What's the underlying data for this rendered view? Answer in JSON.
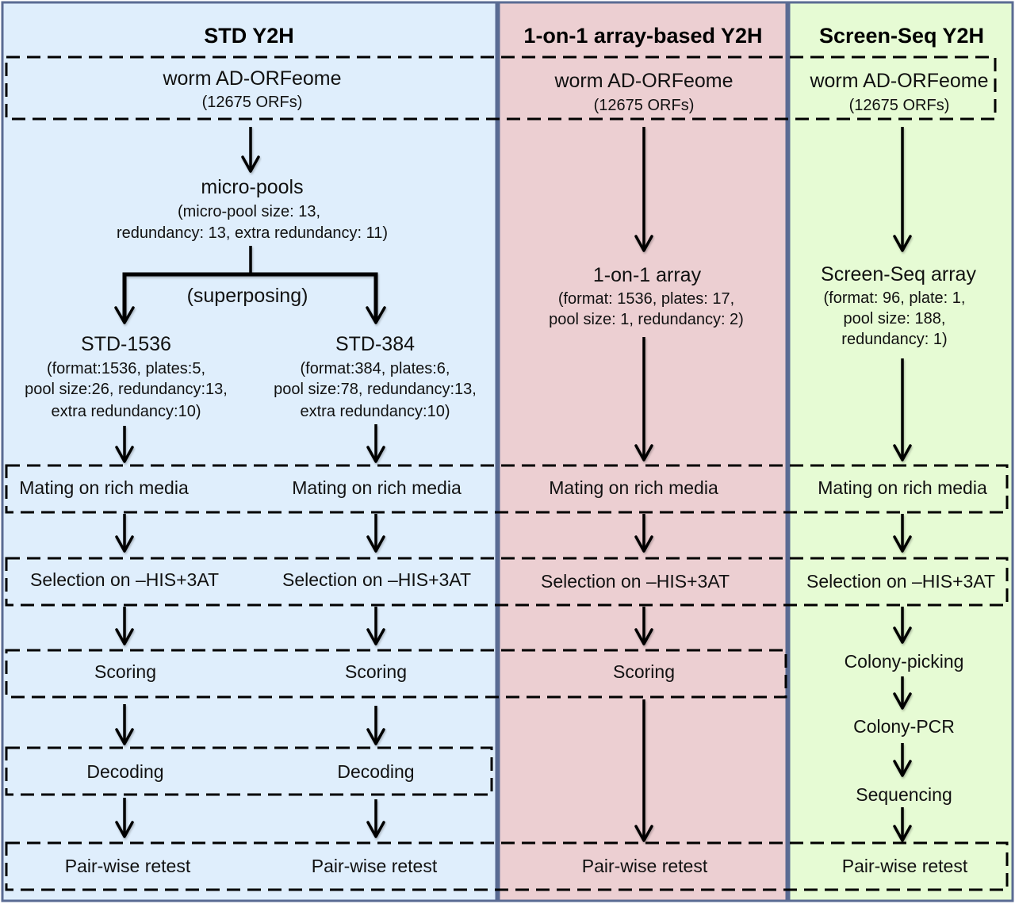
{
  "colors": {
    "std_column_bg": "#dfeefc",
    "one_on_one_column_bg": "#eccfd2",
    "screen_seq_column_bg": "#e6fbd4",
    "column_border": "#5a6b93",
    "ink": "#000000"
  },
  "columns": [
    {
      "id": "std",
      "title": "STD Y2H"
    },
    {
      "id": "one_on_one",
      "title": "1-on-1 array-based Y2H"
    },
    {
      "id": "screen_seq",
      "title": "Screen-Seq Y2H"
    }
  ],
  "library": {
    "name": "worm AD-ORFeome",
    "detail": "(12675 ORFs)"
  },
  "std": {
    "micro_pools": {
      "name": "micro-pools",
      "detail_lines": [
        "(micro-pool size: 13,",
        "redundancy: 13, extra redundancy: 11)"
      ]
    },
    "branch_label": "(superposing)",
    "std1536": {
      "name": "STD-1536",
      "detail_lines": [
        "(format:1536, plates:5,",
        "pool size:26, redundancy:13,",
        "extra redundancy:10)"
      ]
    },
    "std384": {
      "name": "STD-384",
      "detail_lines": [
        "(format:384, plates:6,",
        "pool size:78, redundancy:13,",
        "extra redundancy:10)"
      ]
    }
  },
  "one_on_one": {
    "array": {
      "name": "1-on-1 array",
      "detail_lines": [
        "(format: 1536, plates: 17,",
        "pool size: 1, redundancy: 2)"
      ]
    }
  },
  "screen_seq": {
    "array": {
      "name": "Screen-Seq array",
      "detail_lines": [
        "(format: 96, plate: 1,",
        "pool size: 188,",
        "redundancy: 1)"
      ]
    },
    "extra_steps": [
      "Colony-picking",
      "Colony-PCR",
      "Sequencing"
    ]
  },
  "steps": {
    "mating": "Mating on rich media",
    "selection": "Selection on –HIS+3AT",
    "scoring": "Scoring",
    "decoding": "Decoding",
    "retest": "Pair-wise retest"
  }
}
